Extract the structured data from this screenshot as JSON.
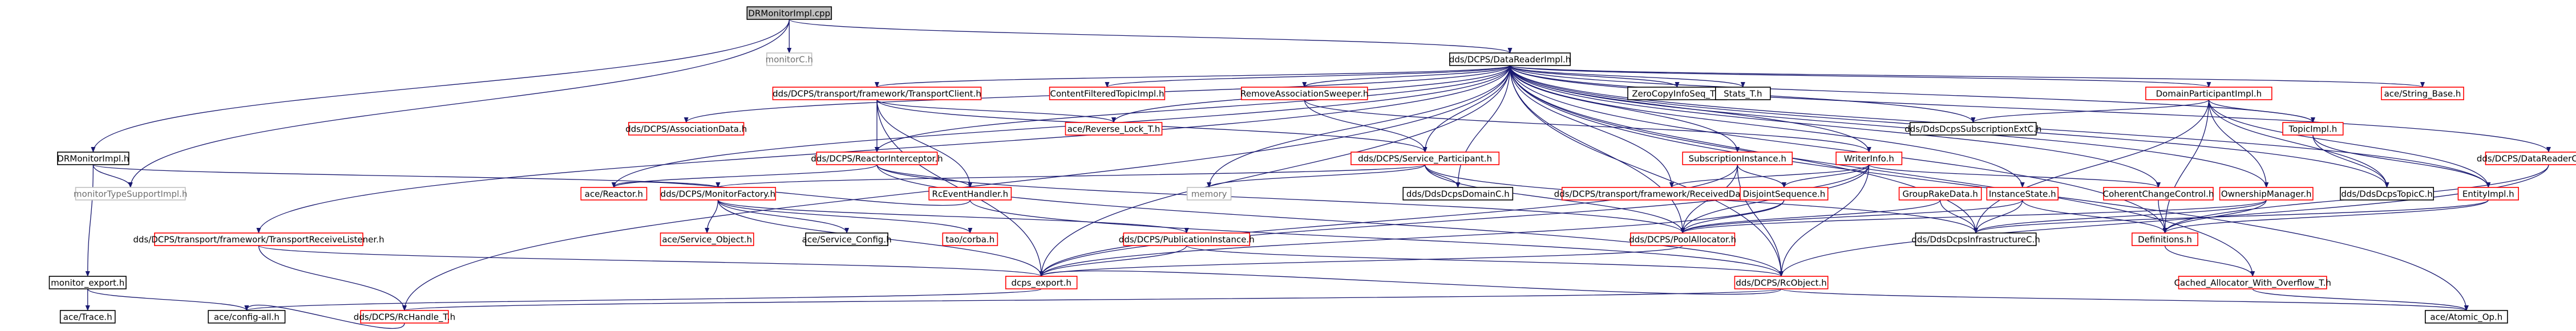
{
  "colors": {
    "root_fill": "#bfbfbf",
    "node_fill": "#ffffff",
    "node_border_linked": "#ff0000",
    "node_border_plain": "#000000",
    "node_border_leaf": "#bfbfbf",
    "text": "#000000",
    "text_leaf": "#6f6f6f",
    "edge_include": "#191970",
    "edge_transitive": "#8b0000"
  },
  "nodes": [
    {
      "id": "root",
      "label": "DRMonitorImpl.cpp",
      "kind": "root"
    },
    {
      "id": "monitorC",
      "label": "monitorC.h",
      "kind": "leaf"
    },
    {
      "id": "dri",
      "label": "dds/DCPS/DataReaderImpl.h",
      "kind": "plain"
    },
    {
      "id": "drmon",
      "label": "DRMonitorImpl.h",
      "kind": "plain"
    },
    {
      "id": "mtsi",
      "label": "monitorTypeSupportImpl.h",
      "kind": "leaf"
    },
    {
      "id": "mexp",
      "label": "monitor_export.h",
      "kind": "plain"
    },
    {
      "id": "trace",
      "label": "ace/Trace.h",
      "kind": "plain"
    },
    {
      "id": "configall",
      "label": "ace/config-all.h",
      "kind": "plain"
    },
    {
      "id": "ttc",
      "label": "dds/DCPS/transport/framework/TransportClient.h",
      "kind": "linked"
    },
    {
      "id": "cftopic",
      "label": "ContentFilteredTopicImpl.h",
      "kind": "linked"
    },
    {
      "id": "ras",
      "label": "RemoveAssociationSweeper.h",
      "kind": "linked"
    },
    {
      "id": "zcis",
      "label": "ZeroCopyInfoSeq_T.h",
      "kind": "plain"
    },
    {
      "id": "statsT",
      "label": "Stats_T.h",
      "kind": "plain"
    },
    {
      "id": "dpi",
      "label": "DomainParticipantImpl.h",
      "kind": "linked"
    },
    {
      "id": "strbase",
      "label": "ace/String_Base.h",
      "kind": "linked"
    },
    {
      "id": "assocdata",
      "label": "dds/DCPS/AssociationData.h",
      "kind": "linked"
    },
    {
      "id": "revlock",
      "label": "ace/Reverse_Lock_T.h",
      "kind": "linked"
    },
    {
      "id": "reactint",
      "label": "dds/DCPS/ReactorInterceptor.h",
      "kind": "linked"
    },
    {
      "id": "servpart",
      "label": "dds/DCPS/Service_Participant.h",
      "kind": "linked"
    },
    {
      "id": "subinst",
      "label": "SubscriptionInstance.h",
      "kind": "linked"
    },
    {
      "id": "writerinfo",
      "label": "WriterInfo.h",
      "kind": "linked"
    },
    {
      "id": "ddssubext",
      "label": "dds/DdsDcpsSubscriptionExtC.h",
      "kind": "plain"
    },
    {
      "id": "topicimpl",
      "label": "TopicImpl.h",
      "kind": "linked"
    },
    {
      "id": "drcb",
      "label": "dds/DCPS/DataReaderCallbacks.h",
      "kind": "linked"
    },
    {
      "id": "acereactor",
      "label": "ace/Reactor.h",
      "kind": "linked"
    },
    {
      "id": "rceh",
      "label": "RcEventHandler.h",
      "kind": "linked"
    },
    {
      "id": "monfact",
      "label": "dds/DCPS/MonitorFactory.h",
      "kind": "linked"
    },
    {
      "id": "memory",
      "label": "memory",
      "kind": "leaf"
    },
    {
      "id": "domainC",
      "label": "dds/DdsDcpsDomainC.h",
      "kind": "plain"
    },
    {
      "id": "recvsample",
      "label": "dds/DCPS/transport/framework/ReceivedDataSample.h",
      "kind": "linked"
    },
    {
      "id": "disjoint",
      "label": "DisjointSequence.h",
      "kind": "linked"
    },
    {
      "id": "grouprake",
      "label": "GroupRakeData.h",
      "kind": "linked"
    },
    {
      "id": "inststate",
      "label": "InstanceState.h",
      "kind": "linked"
    },
    {
      "id": "ccc",
      "label": "CoherentChangeControl.h",
      "kind": "linked"
    },
    {
      "id": "ownmgr",
      "label": "OwnershipManager.h",
      "kind": "linked"
    },
    {
      "id": "topicC",
      "label": "dds/DdsDcpsTopicC.h",
      "kind": "plain"
    },
    {
      "id": "entity",
      "label": "EntityImpl.h",
      "kind": "linked"
    },
    {
      "id": "trl",
      "label": "dds/DCPS/transport/framework/TransportReceiveListener.h",
      "kind": "linked"
    },
    {
      "id": "aceso",
      "label": "ace/Service_Object.h",
      "kind": "linked"
    },
    {
      "id": "acesc",
      "label": "ace/Service_Config.h",
      "kind": "plain"
    },
    {
      "id": "taocorba",
      "label": "tao/corba.h",
      "kind": "linked"
    },
    {
      "id": "pubinst",
      "label": "dds/DCPS/PublicationInstance.h",
      "kind": "linked"
    },
    {
      "id": "pool",
      "label": "dds/DCPS/PoolAllocator.h",
      "kind": "linked"
    },
    {
      "id": "infraC",
      "label": "dds/DdsDcpsInfrastructureC.h",
      "kind": "plain"
    },
    {
      "id": "defs",
      "label": "Definitions.h",
      "kind": "linked"
    },
    {
      "id": "dcpsexp",
      "label": "dcps_export.h",
      "kind": "linked"
    },
    {
      "id": "rcobj",
      "label": "dds/DCPS/RcObject.h",
      "kind": "linked"
    },
    {
      "id": "rchandle",
      "label": "dds/DCPS/RcHandle_T.h",
      "kind": "linked"
    },
    {
      "id": "cache",
      "label": "Cached_Allocator_With_Overflow_T.h",
      "kind": "linked"
    },
    {
      "id": "atomic",
      "label": "ace/Atomic_Op.h",
      "kind": "plain"
    }
  ]
}
